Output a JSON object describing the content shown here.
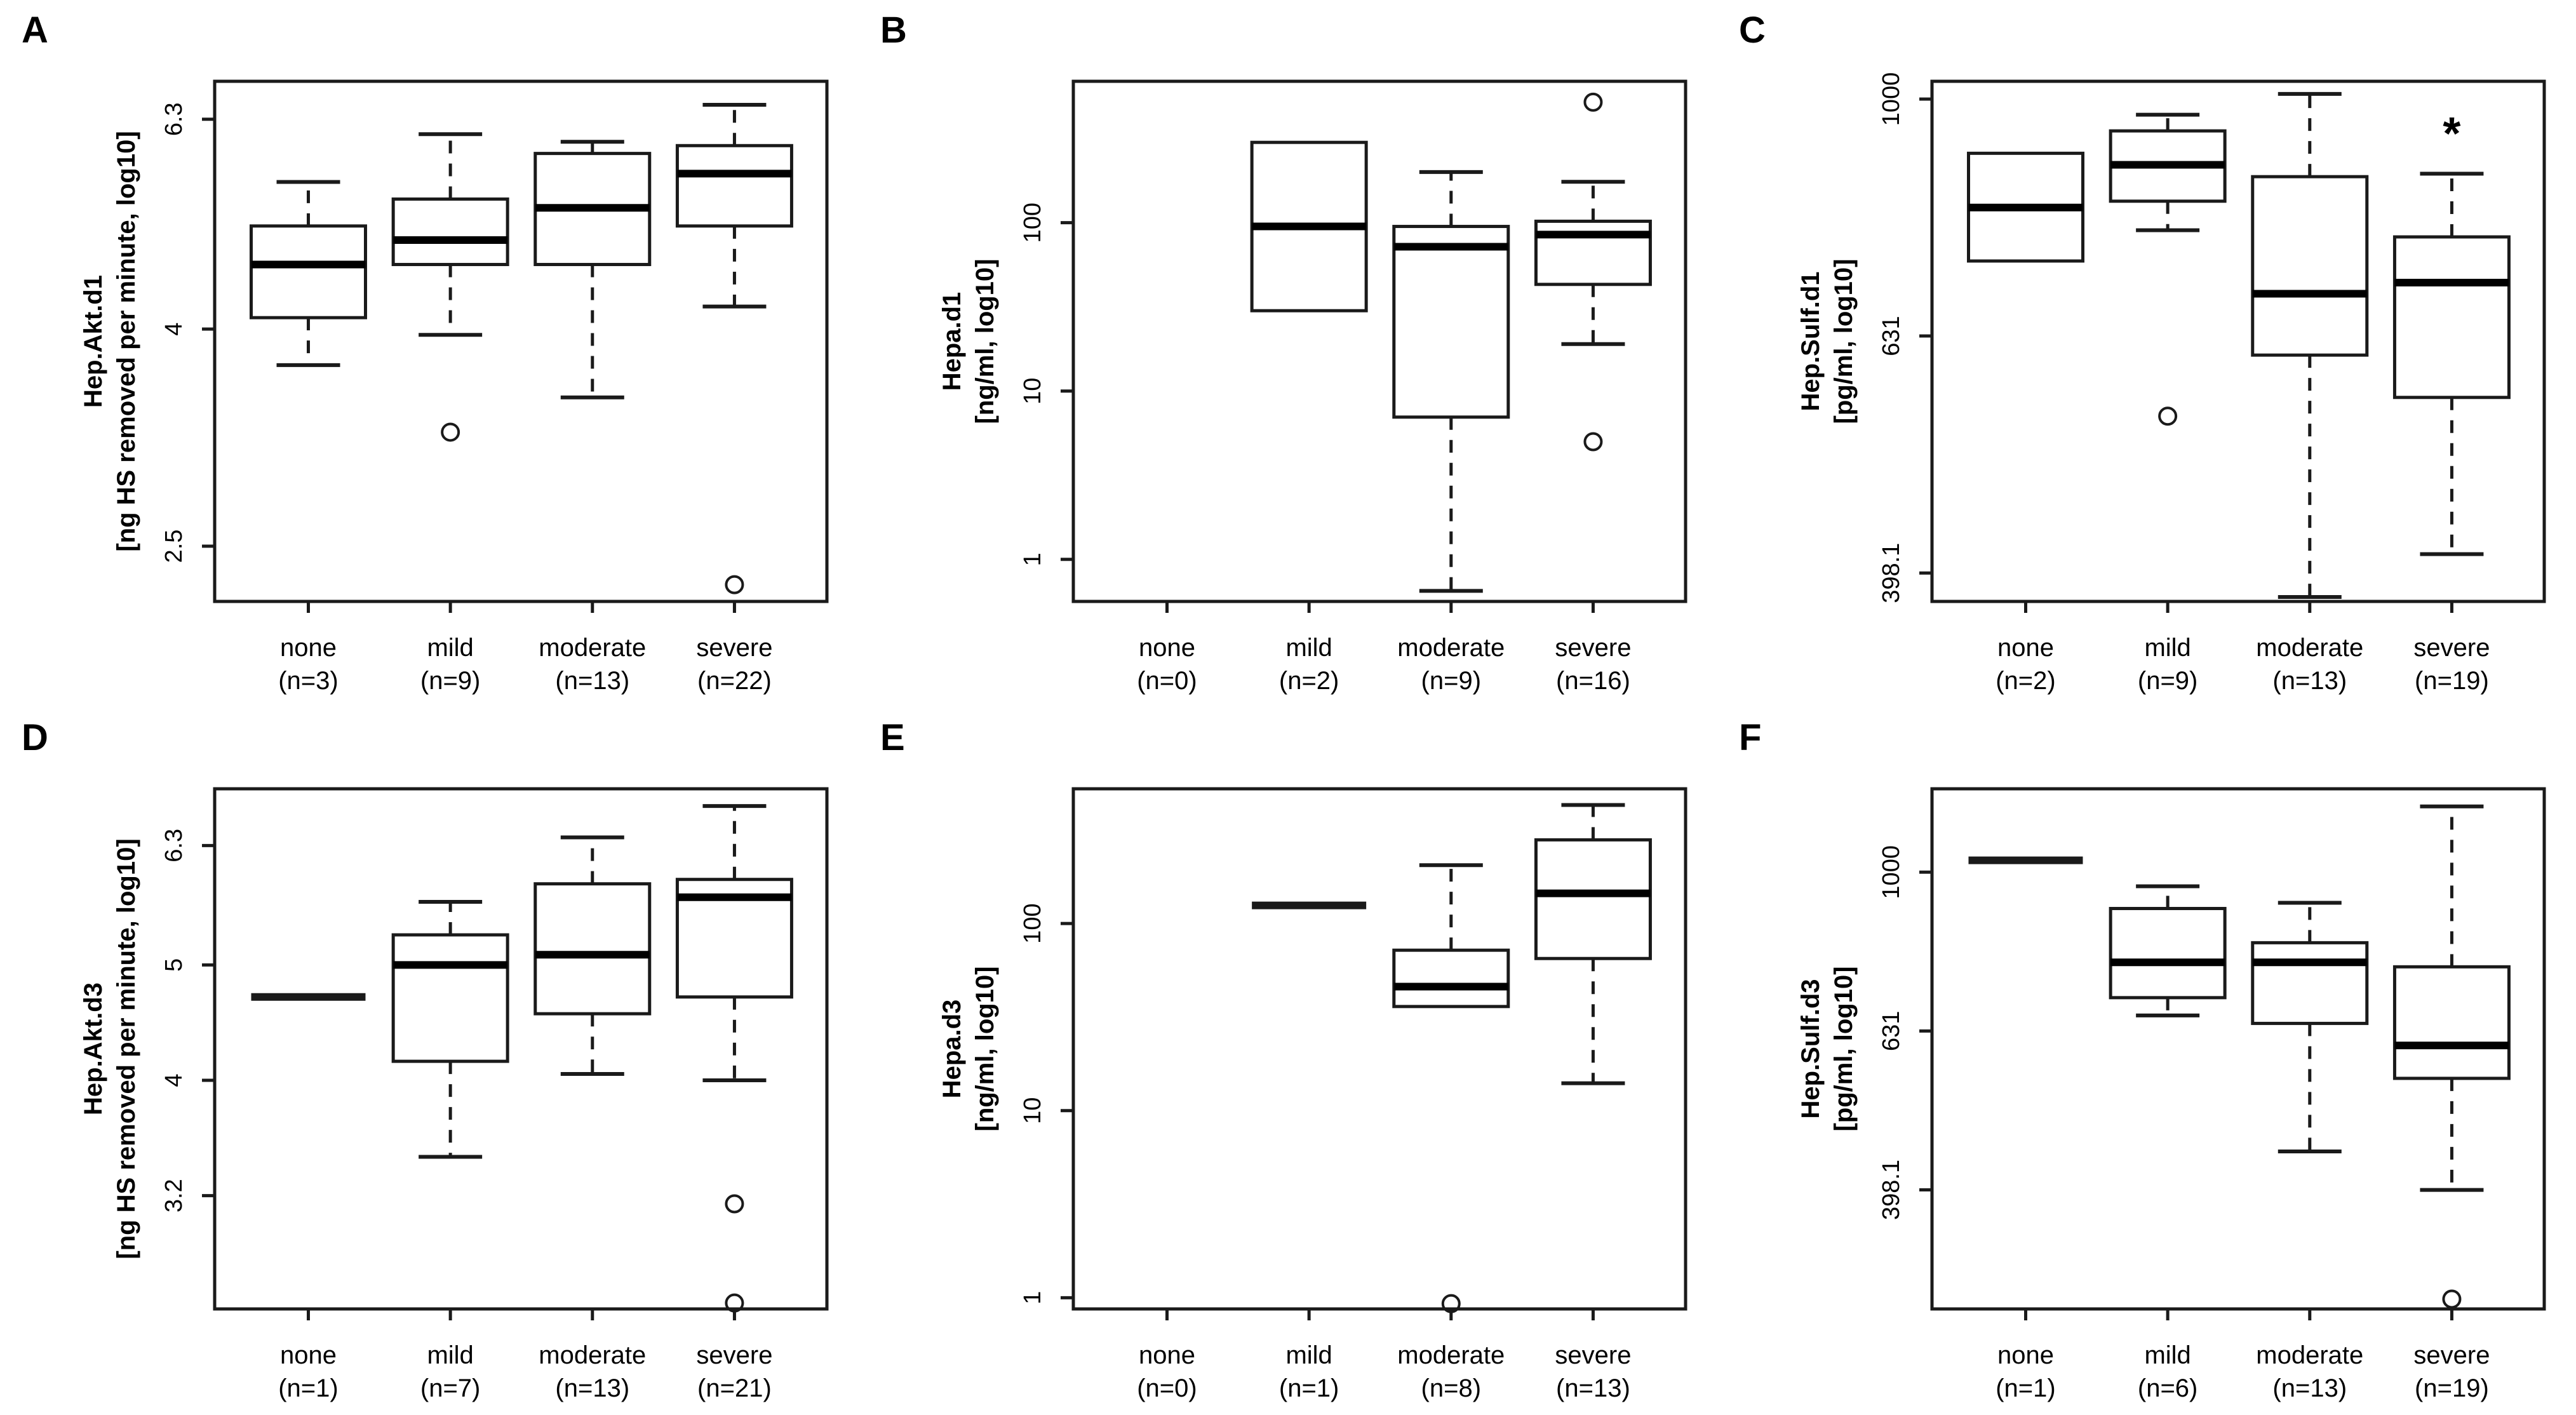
{
  "figure_title": "",
  "chart_data": [
    {
      "type": "box",
      "letter": "A",
      "ylabel_lines": [
        "Hep.Akt.d1",
        "[ng HS removed per minute, log10]"
      ],
      "yticks": [
        {
          "value": 2.5,
          "label": "2.5"
        },
        {
          "value": 4,
          "label": "4"
        },
        {
          "value": 6.3,
          "label": "6.3"
        }
      ],
      "ylim_log10": [
        0.346,
        0.835
      ],
      "log_scale": true,
      "grid": false,
      "categories": [
        "none",
        "mild",
        "moderate",
        "severe"
      ],
      "n_labels": [
        "(n=3)",
        "(n=9)",
        "(n=13)",
        "(n=22)"
      ],
      "boxes": [
        {
          "low": 3.7,
          "q1": 4.1,
          "median": 4.6,
          "q3": 5.0,
          "high": 5.5,
          "outliers": []
        },
        {
          "low": 3.95,
          "q1": 4.6,
          "median": 4.85,
          "q3": 5.3,
          "high": 6.1,
          "outliers": [
            3.2
          ]
        },
        {
          "low": 3.45,
          "q1": 4.6,
          "median": 5.2,
          "q3": 5.85,
          "high": 6.0,
          "outliers": []
        },
        {
          "low": 4.2,
          "q1": 5.0,
          "median": 5.6,
          "q3": 5.95,
          "high": 6.5,
          "outliers": [
            2.3
          ]
        }
      ],
      "annotations": []
    },
    {
      "type": "box",
      "letter": "B",
      "ylabel_lines": [
        "Hepa.d1",
        "[ng/ml, log10]"
      ],
      "yticks": [
        {
          "value": 1,
          "label": "1"
        },
        {
          "value": 10,
          "label": "10"
        },
        {
          "value": 100,
          "label": "100"
        }
      ],
      "ylim_log10": [
        -0.25,
        2.84
      ],
      "log_scale": true,
      "grid": false,
      "categories": [
        "none",
        "mild",
        "moderate",
        "severe"
      ],
      "n_labels": [
        "(n=0)",
        "(n=2)",
        "(n=9)",
        "(n=16)"
      ],
      "boxes": [
        null,
        {
          "low": 30,
          "q1": 30,
          "median": 95,
          "q3": 300,
          "high": 300,
          "outliers": []
        },
        {
          "low": 0.65,
          "q1": 7,
          "median": 72,
          "q3": 95,
          "high": 200,
          "outliers": []
        },
        {
          "low": 19,
          "q1": 43,
          "median": 85,
          "q3": 102,
          "high": 175,
          "outliers": [
            520,
            5
          ]
        }
      ],
      "annotations": []
    },
    {
      "type": "box",
      "letter": "C",
      "ylabel_lines": [
        "Hep.Sulf.d1",
        "[pg/ml, log10]"
      ],
      "yticks": [
        {
          "value": 398.1,
          "label": "398.1"
        },
        {
          "value": 631,
          "label": "631"
        },
        {
          "value": 1000,
          "label": "1000"
        }
      ],
      "ylim_log10": [
        2.576,
        3.015
      ],
      "log_scale": true,
      "grid": false,
      "categories": [
        "none",
        "mild",
        "moderate",
        "severe"
      ],
      "n_labels": [
        "(n=2)",
        "(n=9)",
        "(n=13)",
        "(n=19)"
      ],
      "boxes": [
        {
          "low": 730,
          "q1": 730,
          "median": 810,
          "q3": 900,
          "high": 900,
          "outliers": []
        },
        {
          "low": 775,
          "q1": 820,
          "median": 880,
          "q3": 940,
          "high": 970,
          "outliers": [
            540
          ]
        },
        {
          "low": 380,
          "q1": 608,
          "median": 685,
          "q3": 860,
          "high": 1010,
          "outliers": []
        },
        {
          "low": 413,
          "q1": 560,
          "median": 700,
          "q3": 765,
          "high": 865,
          "outliers": []
        }
      ],
      "annotations": [
        {
          "category_index": 3,
          "symbol": "*",
          "value": 930
        }
      ]
    },
    {
      "type": "box",
      "letter": "D",
      "ylabel_lines": [
        "Hep.Akt.d3",
        "[ng HS removed per minute, log10]"
      ],
      "yticks": [
        {
          "value": 3.2,
          "label": "3.2"
        },
        {
          "value": 4,
          "label": "4"
        },
        {
          "value": 5,
          "label": "5"
        },
        {
          "value": 6.3,
          "label": "6.3"
        }
      ],
      "ylim_log10": [
        0.41,
        0.847
      ],
      "log_scale": true,
      "grid": false,
      "categories": [
        "none",
        "mild",
        "moderate",
        "severe"
      ],
      "n_labels": [
        "(n=1)",
        "(n=7)",
        "(n=13)",
        "(n=21)"
      ],
      "boxes": [
        {
          "single": true,
          "median": 4.7
        },
        {
          "low": 3.45,
          "q1": 4.15,
          "median": 5.0,
          "q3": 5.3,
          "high": 5.65,
          "outliers": []
        },
        {
          "low": 4.05,
          "q1": 4.55,
          "median": 5.1,
          "q3": 5.85,
          "high": 6.4,
          "outliers": []
        },
        {
          "low": 4.0,
          "q1": 4.7,
          "median": 5.7,
          "q3": 5.9,
          "high": 6.8,
          "outliers": [
            3.15,
            2.6
          ]
        }
      ],
      "annotations": []
    },
    {
      "type": "box",
      "letter": "E",
      "ylabel_lines": [
        "Hepa.d3",
        "[ng/ml, log10]"
      ],
      "yticks": [
        {
          "value": 1,
          "label": "1"
        },
        {
          "value": 10,
          "label": "10"
        },
        {
          "value": 100,
          "label": "100"
        }
      ],
      "ylim_log10": [
        -0.06,
        2.72
      ],
      "log_scale": true,
      "grid": false,
      "categories": [
        "none",
        "mild",
        "moderate",
        "severe"
      ],
      "n_labels": [
        "(n=0)",
        "(n=1)",
        "(n=8)",
        "(n=13)"
      ],
      "boxes": [
        null,
        {
          "single": true,
          "median": 125
        },
        {
          "low": 36,
          "q1": 36,
          "median": 46,
          "q3": 72,
          "high": 205,
          "outliers": [
            0.93
          ]
        },
        {
          "low": 14,
          "q1": 65,
          "median": 145,
          "q3": 280,
          "high": 430,
          "outliers": []
        }
      ],
      "annotations": []
    },
    {
      "type": "box",
      "letter": "F",
      "ylabel_lines": [
        "Hep.Sulf.d3",
        "[pg/ml, log10]"
      ],
      "yticks": [
        {
          "value": 398.1,
          "label": "398.1"
        },
        {
          "value": 631,
          "label": "631"
        },
        {
          "value": 1000,
          "label": "1000"
        }
      ],
      "ylim_log10": [
        2.45,
        3.105
      ],
      "log_scale": true,
      "grid": false,
      "categories": [
        "none",
        "mild",
        "moderate",
        "severe"
      ],
      "n_labels": [
        "(n=1)",
        "(n=6)",
        "(n=13)",
        "(n=19)"
      ],
      "boxes": [
        {
          "single": true,
          "median": 1035
        },
        {
          "low": 660,
          "q1": 695,
          "median": 770,
          "q3": 900,
          "high": 960,
          "outliers": []
        },
        {
          "low": 445,
          "q1": 645,
          "median": 770,
          "q3": 815,
          "high": 915,
          "outliers": []
        },
        {
          "low": 398,
          "q1": 550,
          "median": 605,
          "q3": 760,
          "high": 1210,
          "outliers": [
            290
          ]
        }
      ],
      "annotations": []
    }
  ],
  "style": {
    "line_color": "#1a1a1a",
    "median_color": "#000000",
    "background": "#ffffff"
  }
}
